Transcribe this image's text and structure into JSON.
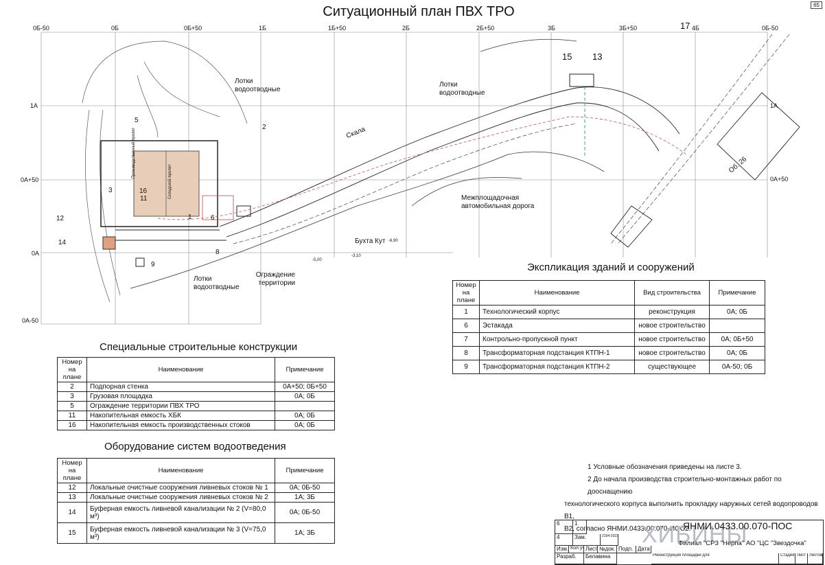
{
  "page": {
    "title": "Ситуационный план ПВХ ТРО",
    "page_number": "65"
  },
  "grid": {
    "top": [
      "0Б-50",
      "0Б",
      "0Б+50",
      "1Б",
      "1Б+50",
      "2Б",
      "2Б+50",
      "3Б",
      "3Б+50",
      "4Б",
      "0Б-50"
    ],
    "left": [
      "1А",
      "0А+50",
      "0А",
      "0А-50"
    ],
    "right": [
      "1А",
      "0А+50"
    ]
  },
  "plan_labels": {
    "l2": "2",
    "l5": "5",
    "l3": "3",
    "l1": "1",
    "l6": "6",
    "l8": "8",
    "l9": "9",
    "l11": "11",
    "l12": "12",
    "l13": "13",
    "l14": "14",
    "l15": "15",
    "l16": "16",
    "l17": "17",
    "trays1": "Лотки водоотводные",
    "trays2": "Лотки водоотводные",
    "trays3": "Лотки водоотводные",
    "rock": "Скала",
    "road": "Межплощадочная автомобильная дорога",
    "bay": "Бухта Кут",
    "bay_level": "-6,90",
    "fence": "Ограждение территории",
    "bld26": "Об. 26",
    "prod": "Производственный пролет",
    "store": "Складской пролет",
    "lvl1": "-5,00",
    "lvl2": "-3,10"
  },
  "special": {
    "title": "Специальные строительные конструкции",
    "headers": [
      "Номер на плане",
      "Наименование",
      "Примечание"
    ],
    "rows": [
      [
        "2",
        "Подпорная стенка",
        "0А+50; 0Б+50"
      ],
      [
        "3",
        "Грузовая площадка",
        "0А; 0Б"
      ],
      [
        "5",
        "Ограждение  территории ПВХ ТРО",
        ""
      ],
      [
        "11",
        "Накопительная емкость ХБК",
        "0А; 0Б"
      ],
      [
        "16",
        "Накопительная емкость производственных стоков",
        "0А; 0Б"
      ]
    ]
  },
  "drainage": {
    "title": "Оборудование систем водоотведения",
    "headers": [
      "Номер на плане",
      "Наименование",
      "Примечание"
    ],
    "rows": [
      [
        "12",
        "Локальные очистные сооружения ливневых стоков № 1",
        "0А; 0Б-50"
      ],
      [
        "13",
        "Локальные очистные сооружения ливневых стоков № 2",
        "1А; 3Б"
      ],
      [
        "14",
        "Буферная емкость ливневой канализации № 2 (V=80,0 м³)",
        "0А; 0Б-50"
      ],
      [
        "15",
        "Буферная емкость ливневой канализации № 3 (V=75,0 м³)",
        "1А; 3Б"
      ]
    ]
  },
  "explication": {
    "title": "Экспликация зданий и сооружений",
    "headers": [
      "Номер на плане",
      "Наименование",
      "Вид строительства",
      "Примечание"
    ],
    "rows": [
      [
        "1",
        "Технологический корпус",
        "реконструкция",
        "0А; 0Б"
      ],
      [
        "6",
        "Эстакада",
        "новое строительство",
        ""
      ],
      [
        "7",
        "Контрольно-пропускной пункт",
        "новое строительство",
        "0А; 0Б+50"
      ],
      [
        "8",
        "Трансформаторная подстанция КТПН-1",
        "новое строительство",
        "0А; 0Б"
      ],
      [
        "9",
        "Трансформаторная подстанция КТПН-2",
        "существующее",
        "0А-50; 0Б"
      ]
    ]
  },
  "notes": [
    "1  Условные обозначения приведены на листе 3.",
    "2  До начала производства строительно-монтажных работ по дооснащению",
    "технологического корпуса выполнить прокладку наружных сетей водопроводов В1,",
    "В2, согласно ЯНМИ.0433.00.070-ИОС2."
  ],
  "stamp": {
    "code": "ЯНМИ.0433.00.070-ПОС",
    "org": "Филиал \"СРЗ \"Нерпа\" АО \"ЦС \"Звездочка\"",
    "logo": "ХИБИНЫ",
    "r1": [
      "6",
      "1",
      "",
      ""
    ],
    "r2": [
      "4",
      "",
      "Зам.",
      "2194-2023"
    ],
    "hdr": [
      "Изм.",
      "Кол.уч",
      "Лист",
      "№док.",
      "Подп.",
      "Дата"
    ],
    "dev": [
      "Разраб.",
      "Белавина"
    ],
    "project": "Реконструкция площадки для",
    "cols": [
      "Стадия",
      "Лист",
      "Листов"
    ]
  }
}
